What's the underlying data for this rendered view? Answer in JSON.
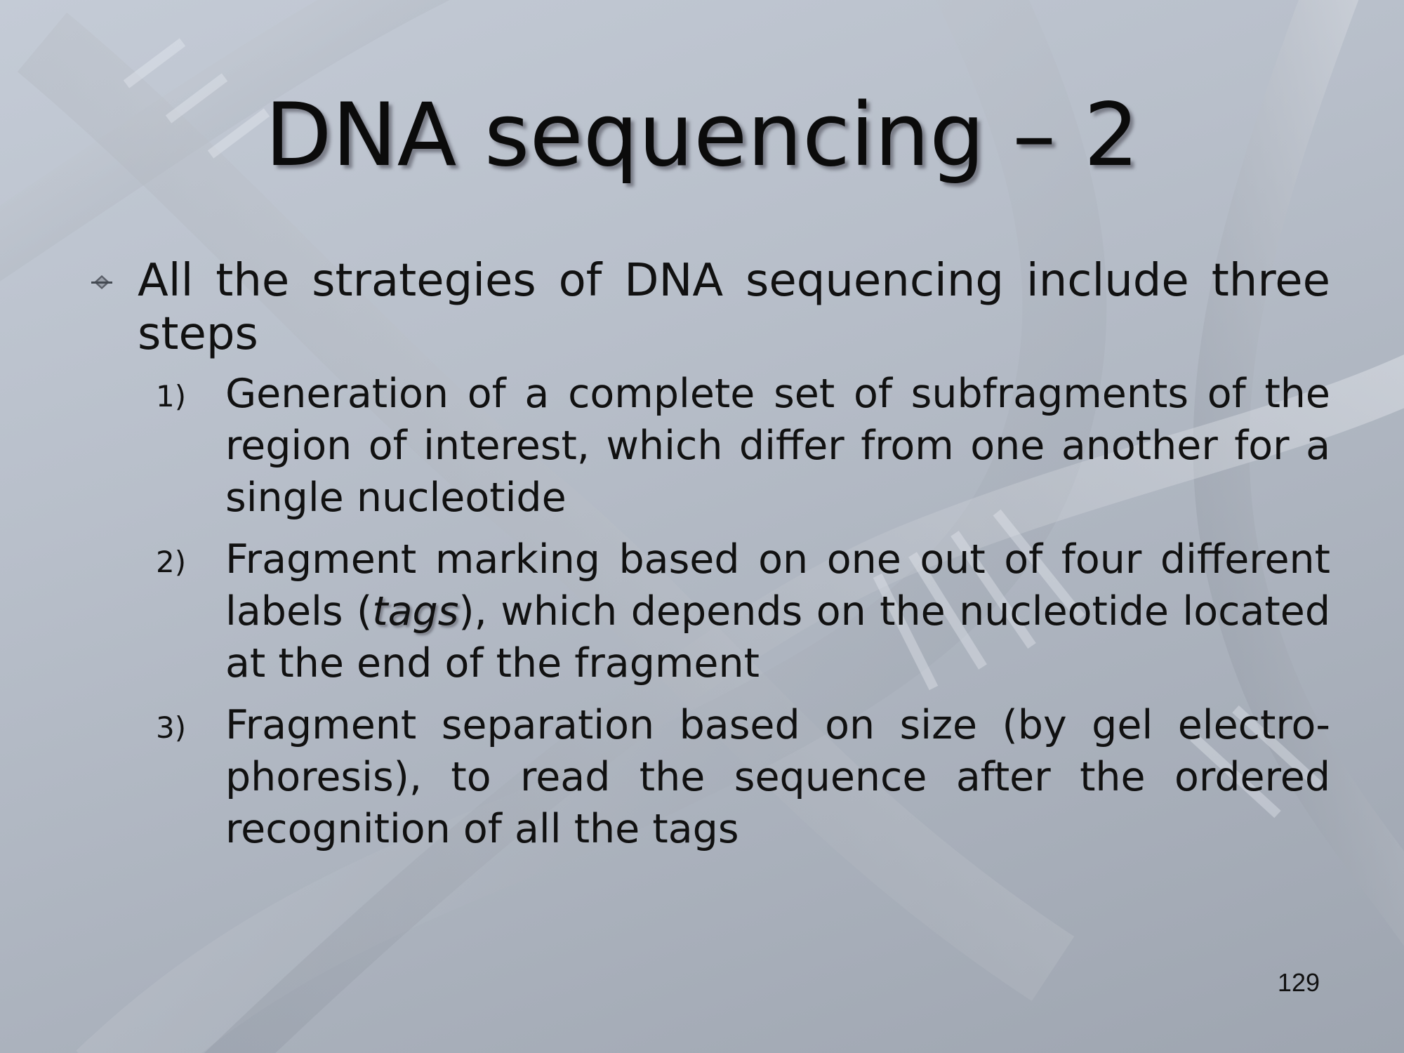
{
  "slide": {
    "title": "DNA sequencing – 2",
    "bullet": "All the strategies of DNA sequencing include three steps",
    "steps": [
      {
        "number": "1)",
        "text": "Generation of a complete set of subfragments of the region of interest, which differ from one an­other for a single nucleotide"
      },
      {
        "number": "2)",
        "text_before": "Fragment marking based on one out of four dif­ferent labels (",
        "emphasis": "tags",
        "text_after": "), which depends on the nucle­otide located at the end of the fragment"
      },
      {
        "number": "3)",
        "text": "Fragment separation based on size (by gel electro­phoresis), to read the sequence after the ordered recognition of all the tags"
      }
    ],
    "page_number": "129"
  },
  "icons": {
    "bullet": "diamond-bullet-icon",
    "background": "dna-double-helix"
  }
}
